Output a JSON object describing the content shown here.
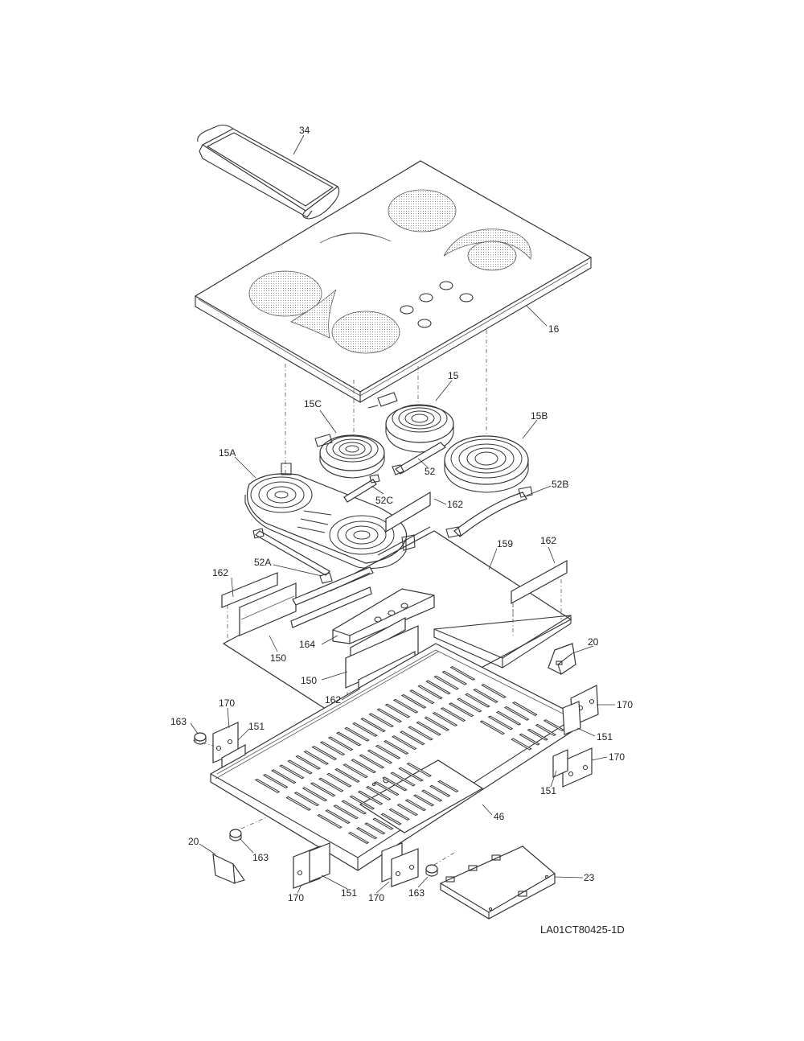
{
  "labels": {
    "l34": "34",
    "l16": "16",
    "l15": "15",
    "l15C": "15C",
    "l15B": "15B",
    "l15A": "15A",
    "l52": "52",
    "l52C": "52C",
    "l52B": "52B",
    "l52A": "52A",
    "l162a": "162",
    "l162b": "162",
    "l162c": "162",
    "l162d": "162",
    "l159": "159",
    "l164": "164",
    "l150a": "150",
    "l150b": "150",
    "l20a": "20",
    "l20b": "20",
    "l170a": "170",
    "l170b": "170",
    "l170c": "170",
    "l170d": "170",
    "l170e": "170",
    "l151a": "151",
    "l151b": "151",
    "l151c": "151",
    "l151d": "151",
    "l163a": "163",
    "l163b": "163",
    "l163c": "163",
    "l46": "46",
    "l23": "23"
  },
  "drawing_code": "LA01CT80425-1D"
}
